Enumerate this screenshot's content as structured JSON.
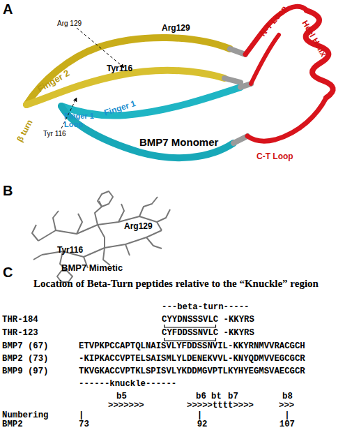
{
  "diagram": {
    "title": "Location of Beta-Turn peptides relative to the “Knuckle” region",
    "labels": [
      "A",
      "N-T Loop",
      "Heel Helix",
      "Arg 129",
      "Arg129",
      "Tyr116",
      "Finger 2",
      "β turn",
      "Tyr 116",
      "Finger 1 Loop",
      "Finger 1",
      "BMP7 Monomer",
      "C-T Loop",
      "B",
      "Arg129",
      "Tyr116",
      "BMP7 Mimetic",
      "C",
      "---beta-turn-----",
      "THR-184",
      "CYYDNSSSVLC -KKYRS",
      "THR-123",
      "CYFDDSSNVLC -KKYRS",
      "BMP7 (67)",
      "ETVPKPCCAPTQLNAISVLYFDDSSNVIL-KKYRNMVVRACGCH",
      "BMP2 (73)",
      "-KIPKACCVPTELSAISMLYLDENEKVVL-KNYQDMVVEGCGCR",
      "BMP9 (97)",
      "TKVGKACCVPTKLSPISVLYKDDMGVPTLKYHYEGMSVAECGCR",
      "------knuckle------",
      "b5",
      "b6",
      "bt",
      "b7",
      "b8",
      ">>>>>>>",
      ">>>>>tttt>>>>",
      ">>>",
      "Numbering",
      "|",
      "|",
      "|",
      "BMP2",
      "73",
      "92",
      "107"
    ]
  }
}
